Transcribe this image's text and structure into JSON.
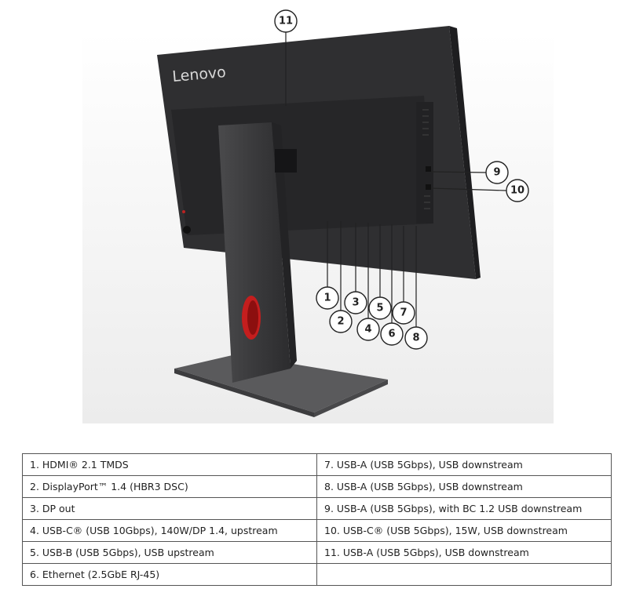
{
  "figure": {
    "brand_logo": "Lenovo",
    "callouts": [
      "1",
      "2",
      "3",
      "4",
      "5",
      "6",
      "7",
      "8",
      "9",
      "10",
      "11"
    ]
  },
  "ports_table": {
    "left": [
      "1.  HDMI® 2.1 TMDS",
      "2.  DisplayPort™ 1.4 (HBR3 DSC)",
      "3.  DP out",
      "4.  USB-C® (USB 10Gbps), 140W/DP 1.4, upstream",
      "5.  USB-B (USB 5Gbps), USB upstream",
      "6.  Ethernet (2.5GbE RJ-45)"
    ],
    "right": [
      "7.  USB-A (USB 5Gbps), USB downstream",
      "8.  USB-A (USB 5Gbps), USB downstream",
      "9.  USB-A (USB 5Gbps), with BC 1.2 USB downstream",
      "10. USB-C® (USB 5Gbps), 15W, USB downstream",
      "11.  USB-A (USB 5Gbps), USB downstream",
      ""
    ]
  }
}
